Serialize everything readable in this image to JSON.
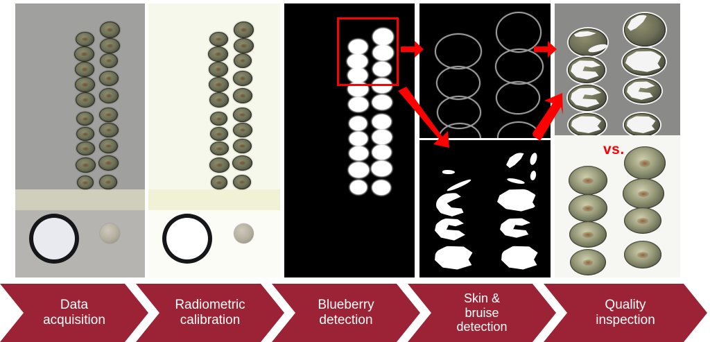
{
  "figure": {
    "title": "Blueberry quality inspection pipeline",
    "colors": {
      "chevron": "#9B2335",
      "chevron_text": "#FFFFFF",
      "annotation_red": "#FF0000",
      "panel1_background": "#A0A09E",
      "panel2_background": "#F7F8EC",
      "mask_background": "#000000",
      "mask_foreground": "#FFFFFF",
      "outline_stroke": "#9A9A9A",
      "overlay_background": "#8A8A88",
      "groundtruth_background": "#F4F4F2"
    }
  },
  "pipeline": {
    "steps": [
      {
        "index": 1,
        "label": "Data\nacquisition",
        "name": "data-acquisition"
      },
      {
        "index": 2,
        "label": "Radiometric\ncalibration",
        "name": "radiometric-calibration"
      },
      {
        "index": 3,
        "label": "Blueberry\ndetection",
        "name": "blueberry-detection"
      },
      {
        "index": 4,
        "label": "Skin &\nbruise\ndetection",
        "name": "skin-bruise-detection"
      },
      {
        "index": 5,
        "label": "Quality\ninspection",
        "name": "quality-inspection"
      }
    ]
  },
  "panels": [
    {
      "index": 1,
      "name": "raw-acquisition-image",
      "caption": "Data acquisition",
      "description": "Raw RGB capture of two columns of blueberries on a gray board with a white reflectance disc and a coin size reference",
      "background": "#A0A09E",
      "berry_columns": 2,
      "berries_per_column": 10,
      "reference_objects": [
        "white-reflectance-disc",
        "coin"
      ]
    },
    {
      "index": 2,
      "name": "radiometrically-calibrated-image",
      "caption": "Radiometric calibration",
      "description": "Same scene after radiometric correction; background normalized to bright cream white",
      "background": "#F7F8EC",
      "berry_columns": 2,
      "berries_per_column": 10,
      "reference_objects": [
        "white-reflectance-disc",
        "coin"
      ]
    },
    {
      "index": 3,
      "name": "binary-detection-mask",
      "caption": "Blueberry detection",
      "description": "Binary segmentation mask; detected blueberries appear as white blobs on black background",
      "background": "#000000",
      "roi_box": {
        "color": "#FF0000",
        "label": "region-of-interest"
      }
    },
    {
      "index": 4,
      "name": "skin-and-bruise-detection",
      "caption": "Skin & bruise detection",
      "sub_panels": [
        {
          "name": "skin-detection-mask",
          "description": "Gray skin contours of the berries on black background"
        },
        {
          "name": "bruise-detection-mask",
          "description": "White irregular bruise regions on black background"
        }
      ]
    },
    {
      "index": 5,
      "name": "quality-inspection-result",
      "caption": "Quality inspection",
      "sub_panels": [
        {
          "name": "classification-overlay",
          "description": "Detected bruise regions overlaid in white on the berry images"
        },
        {
          "name": "ground-truth-reference",
          "description": "Cut cross-sections of the same berries used as visual ground truth"
        }
      ],
      "annotation": "vs."
    }
  ],
  "arrows": [
    {
      "name": "arrow-detection-to-skin",
      "direction": "right",
      "from": "binary-detection-mask",
      "to": "skin-detection-mask"
    },
    {
      "name": "arrow-detection-to-bruise",
      "direction": "down-right",
      "from": "binary-detection-mask",
      "to": "bruise-detection-mask"
    },
    {
      "name": "arrow-skin-to-quality",
      "direction": "right",
      "from": "skin-detection-mask",
      "to": "classification-overlay"
    },
    {
      "name": "arrow-bruise-to-quality",
      "direction": "up-right",
      "from": "bruise-detection-mask",
      "to": "classification-overlay"
    }
  ]
}
